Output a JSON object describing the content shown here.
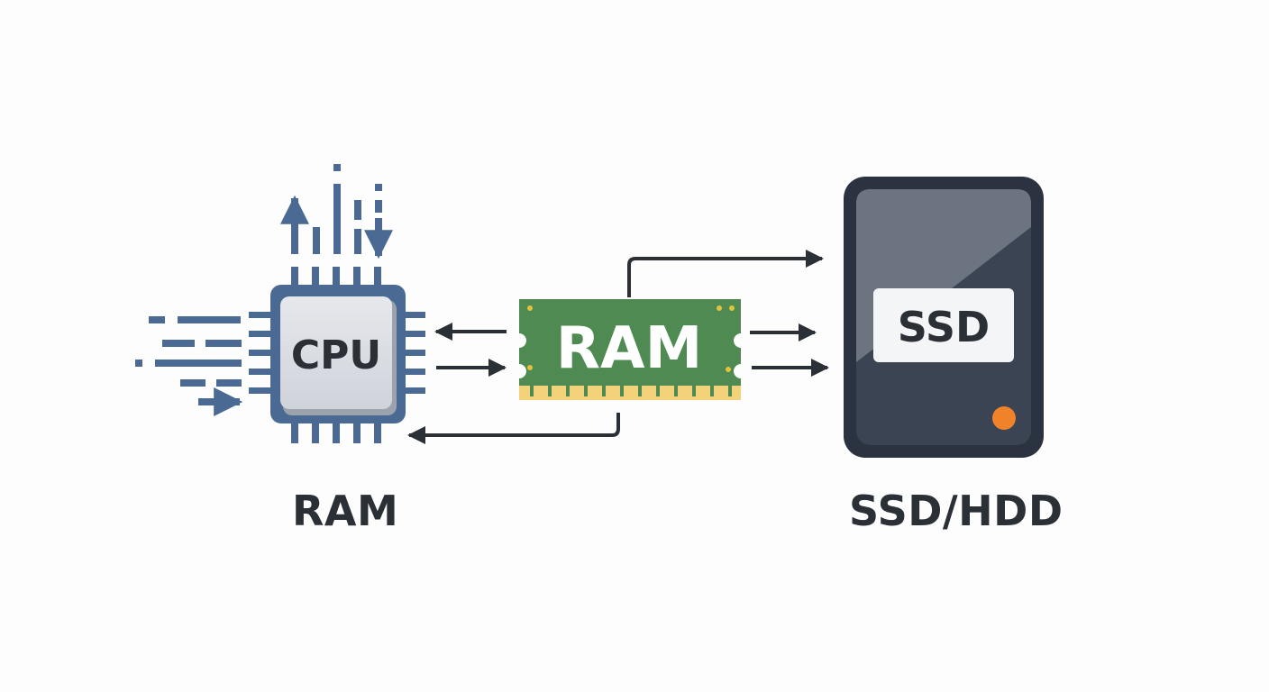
{
  "cpu": {
    "label": "CPU"
  },
  "ram_module": {
    "label": "RAM"
  },
  "storage": {
    "label": "SSD"
  },
  "captions": {
    "left": "RAM",
    "right": "SSD/HDD"
  },
  "colors": {
    "cpu_blue": "#4a6a94",
    "cpu_face": "#dfe2e7",
    "ram_green": "#4e8a52",
    "ram_contacts": "#f3d27a",
    "drive_body": "#2b3340",
    "drive_face": "#3b4452",
    "drive_led": "#f0822a",
    "arrow": "#2b2f36",
    "caption": "#2b2f36"
  }
}
